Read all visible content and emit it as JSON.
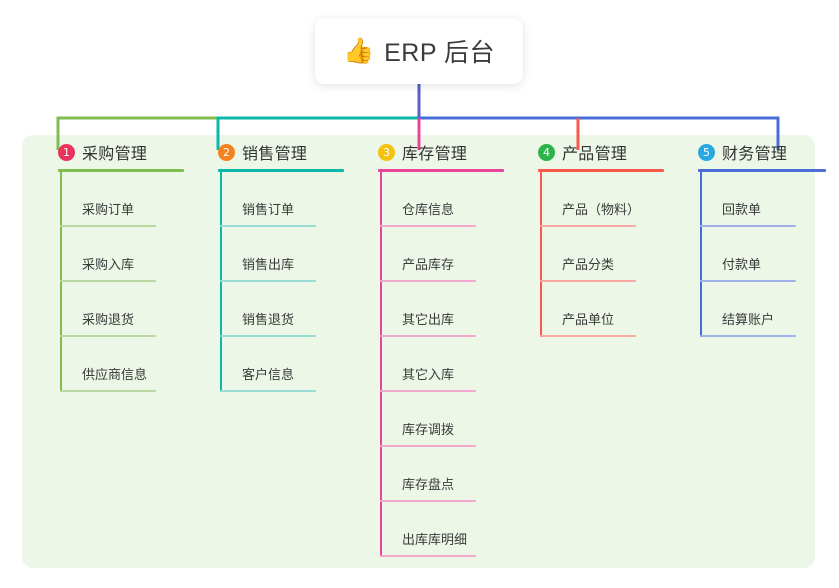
{
  "title": {
    "icon": "thumbs-up-icon",
    "icon_glyph": "👍",
    "text": "ERP 后台"
  },
  "colors": {
    "panel_bg": "#edf7e8",
    "page_bg": "#ffffff",
    "trunk": "#5661c9",
    "column_1": "#82bd4f",
    "column_2": "#0cb8a8",
    "column_3": "#e8449c",
    "column_4": "#f85a4e",
    "column_5": "#4a6dd8",
    "column_1_light": "#b9d9a0",
    "column_2_light": "#9adcd5",
    "column_3_light": "#f0a9cd",
    "column_4_light": "#f9a9a2",
    "column_5_light": "#9fb2e8",
    "badge_1": "#e8335a",
    "badge_2": "#f58220",
    "badge_3": "#f5c211",
    "badge_4": "#2bb44a",
    "badge_5": "#29a8e0"
  },
  "columns": [
    {
      "index": "1",
      "badge": "1",
      "title": "采购管理",
      "accent": "#82bd4f",
      "accent_light": "#b9d9a0",
      "badge_color": "#e8335a",
      "items": [
        {
          "label": "采购订单"
        },
        {
          "label": "采购入库"
        },
        {
          "label": "采购退货"
        },
        {
          "label": "供应商信息"
        }
      ]
    },
    {
      "index": "2",
      "badge": "2",
      "title": "销售管理",
      "accent": "#0cb8a8",
      "accent_light": "#9adcd5",
      "badge_color": "#f58220",
      "items": [
        {
          "label": "销售订单"
        },
        {
          "label": "销售出库"
        },
        {
          "label": "销售退货"
        },
        {
          "label": "客户信息"
        }
      ]
    },
    {
      "index": "3",
      "badge": "3",
      "title": "库存管理",
      "accent": "#e8449c",
      "accent_light": "#f0a9cd",
      "badge_color": "#f5c211",
      "items": [
        {
          "label": "仓库信息"
        },
        {
          "label": "产品库存"
        },
        {
          "label": "其它出库"
        },
        {
          "label": "其它入库"
        },
        {
          "label": "库存调拨"
        },
        {
          "label": "库存盘点"
        },
        {
          "label": "出库库明细"
        }
      ]
    },
    {
      "index": "4",
      "badge": "4",
      "title": "产品管理",
      "accent": "#f85a4e",
      "accent_light": "#f9a9a2",
      "badge_color": "#2bb44a",
      "items": [
        {
          "label": "产品（物料）"
        },
        {
          "label": "产品分类"
        },
        {
          "label": "产品单位"
        }
      ]
    },
    {
      "index": "5",
      "badge": "5",
      "title": "财务管理",
      "accent": "#4a6dd8",
      "accent_light": "#9fb2e8",
      "badge_color": "#29a8e0",
      "items": [
        {
          "label": "回款单"
        },
        {
          "label": "付款单"
        },
        {
          "label": "结算账户"
        }
      ]
    }
  ]
}
